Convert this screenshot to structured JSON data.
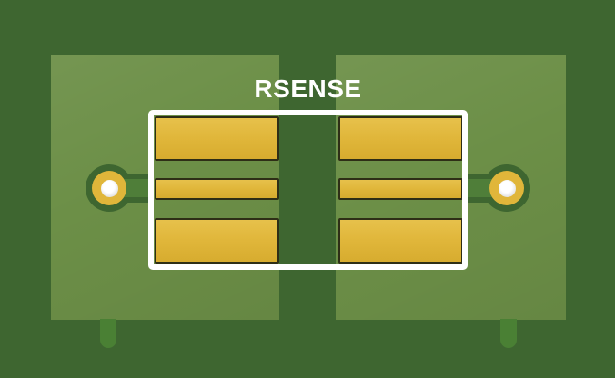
{
  "label": {
    "rsense": "RSENSE"
  },
  "colors": {
    "board_green": "#3e6630",
    "plane_green": "#6c8f47",
    "stem_green": "#4a8034",
    "trace_green": "#4f7e39",
    "pad_gold": "#e0b63a",
    "pad_gold_light": "#e7c14b",
    "pad_gold_dark": "#d7ac2f",
    "pad_outline": "#2e2e16",
    "courtyard_white": "#ffffff",
    "label_white": "#ffffff",
    "via_hole_white": "#ffffff",
    "via_hole_shade": "#cccccc"
  },
  "structure": {
    "pad_columns": 2,
    "pad_rows": 3,
    "via_count": 2,
    "plane_count": 2
  }
}
